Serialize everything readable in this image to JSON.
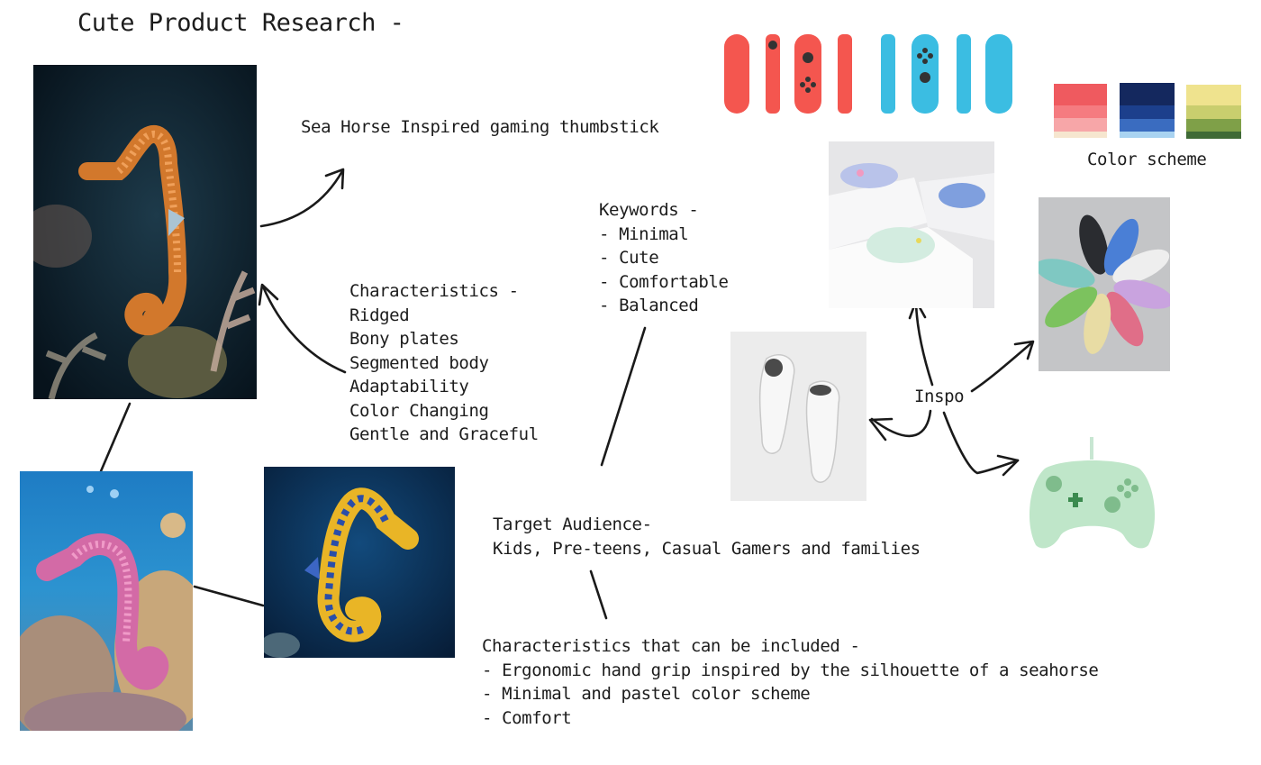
{
  "title": "Cute Product Research -",
  "thumbstick_caption": "Sea Horse Inspired gaming thumbstick",
  "characteristics": {
    "heading": "Characteristics -",
    "items": [
      "Ridged",
      "Bony plates",
      "Segmented body",
      "Adaptability",
      "Color Changing",
      "Gentle and Graceful"
    ]
  },
  "keywords": {
    "heading": "Keywords -",
    "items": [
      "- Minimal",
      "- Cute",
      "- Comfortable",
      "- Balanced"
    ]
  },
  "target_audience": {
    "heading": "Target Audience-",
    "text": "Kids, Pre-teens, Casual Gamers and families"
  },
  "included": {
    "heading": "Characteristics that can be included -",
    "items": [
      "- Ergonomic hand grip inspired by the silhouette of a seahorse",
      "- Minimal and pastel color scheme",
      "- Comfort"
    ]
  },
  "inspo_label": "Inspo",
  "color_scheme": {
    "label": "Color scheme",
    "palettes": [
      [
        "#ef5a5f",
        "#f57b80",
        "#f7a6a8",
        "#f6e6cf"
      ],
      [
        "#14285e",
        "#1c3f8c",
        "#3a6cc0",
        "#a9d3f1"
      ],
      [
        "#efe38e",
        "#c9ce6e",
        "#7fa048",
        "#3f6a36"
      ]
    ]
  },
  "images": {
    "orange_seahorse": "orange seahorse photo",
    "pink_seahorse": "pink seahorse photo",
    "blue_yellow_seahorse": "blue and yellow seahorse photo",
    "joycons": "red and blue handheld controllers",
    "pastel_controllers": "pastel controllers on white blocks",
    "vr_controllers": "white motion controllers",
    "fan_controllers": "fan of multicolor controllers",
    "green_controller": "mint green controller"
  }
}
